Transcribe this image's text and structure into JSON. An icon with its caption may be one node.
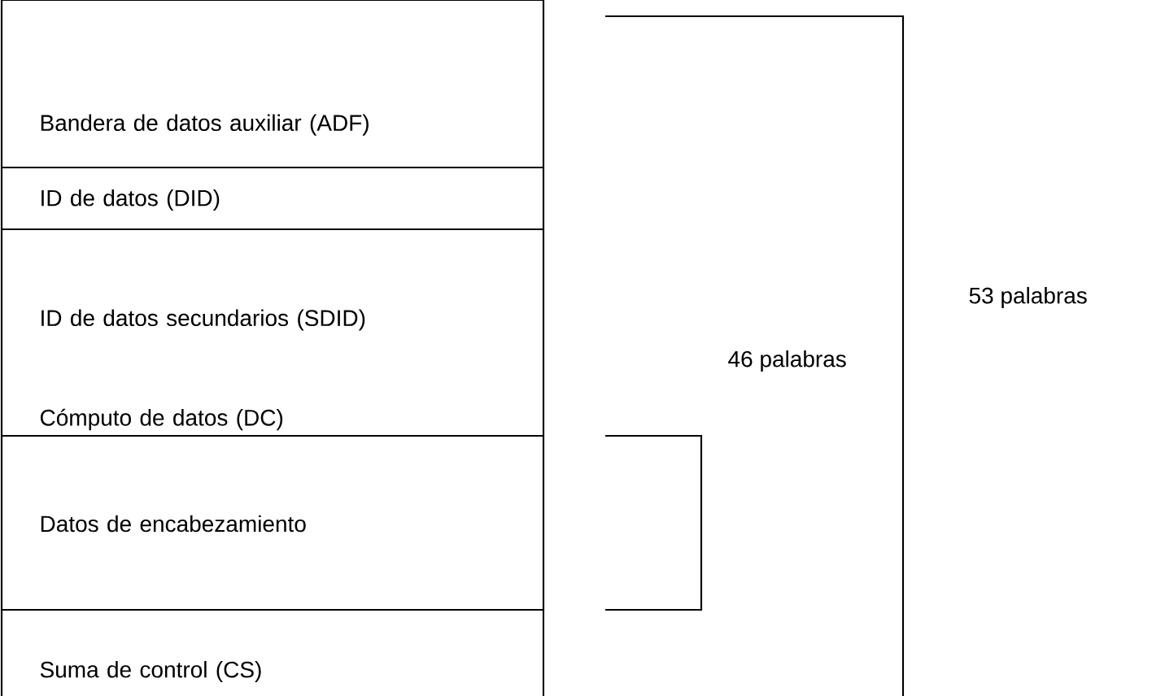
{
  "diagram": {
    "nodes": [
      {
        "text": [
          "Bandera de datos auxiliar (ADF)"
        ]
      },
      {
        "text": [
          "ID de datos (DID)"
        ]
      },
      {
        "text": [
          "ID de datos secundarios (SDID)"
        ]
      },
      {
        "text": [
          "Cómputo de datos (DC)"
        ]
      },
      {
        "text": [
          "Datos de encabezamiento"
        ]
      },
      {
        "text": [
          "Suma de control (CS)"
        ]
      }
    ],
    "labels": [
      "53 palabras",
      "46 palabras"
    ]
  }
}
